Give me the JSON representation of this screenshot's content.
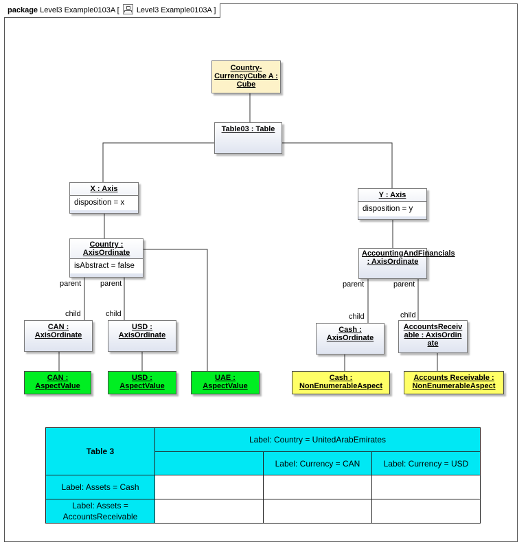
{
  "header": {
    "keyword": "package",
    "name": "Level3 Example0103A",
    "diagram_ref": "Level3 Example0103A",
    "open_bracket": "[",
    "close_bracket": "]"
  },
  "nodes": {
    "cube": {
      "title": "Country-CurrencyCube A : Cube"
    },
    "table": {
      "title": "Table03 : Table"
    },
    "x_axis": {
      "title": "X : Axis",
      "attr": "disposition = x"
    },
    "y_axis": {
      "title": "Y : Axis",
      "attr": "disposition = y"
    },
    "country": {
      "title": "Country : AxisOrdinate",
      "attr": "isAbstract = false"
    },
    "accounting": {
      "title": "AccountingAndFinancials : AxisOrdinate"
    },
    "can": {
      "title": "CAN : AxisOrdinate"
    },
    "usd": {
      "title": "USD : AxisOrdinate"
    },
    "cash": {
      "title": "Cash : AxisOrdinate"
    },
    "accrec": {
      "title": "AccountsReceivable : AxisOrdinate"
    },
    "can_val": {
      "title": "CAN : AspectValue",
      "color": "#00ee22"
    },
    "usd_val": {
      "title": "USD : AspectValue",
      "color": "#00ee22"
    },
    "uae_val": {
      "title": "UAE : AspectValue",
      "color": "#00ee22"
    },
    "cash_val": {
      "title": "Cash : NonEnumerableAspect",
      "color": "#ffff66"
    },
    "accrec_val": {
      "title": "Accounts Receivable : NonEnumerableAspect",
      "color": "#ffff66"
    }
  },
  "edge_labels": {
    "parent": "parent",
    "child": "child"
  },
  "table": {
    "title": "Table 3",
    "country_header": "Label: Country = UnitedArabEmirates",
    "currency_can": "Label: Currency = CAN",
    "currency_usd": "Label: Currency = USD",
    "row_cash": "Label: Assets = Cash",
    "row_accrec": "Label: Assets = AccountsReceivable",
    "header_color": "#00e8f4"
  }
}
